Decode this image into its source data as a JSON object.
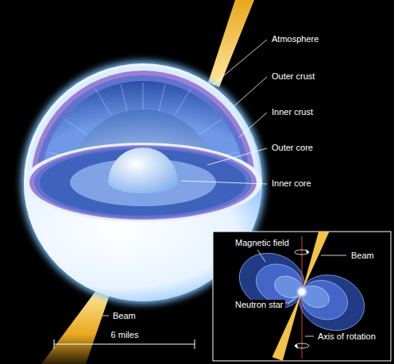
{
  "diagram": {
    "labels": [
      "Atmosphere",
      "Outer crust",
      "Inner crust",
      "Outer core",
      "Inner core",
      "Magnetic field",
      "Beam",
      "Neutron star",
      "Beam",
      "6 miles",
      "Axis of rotation"
    ]
  }
}
